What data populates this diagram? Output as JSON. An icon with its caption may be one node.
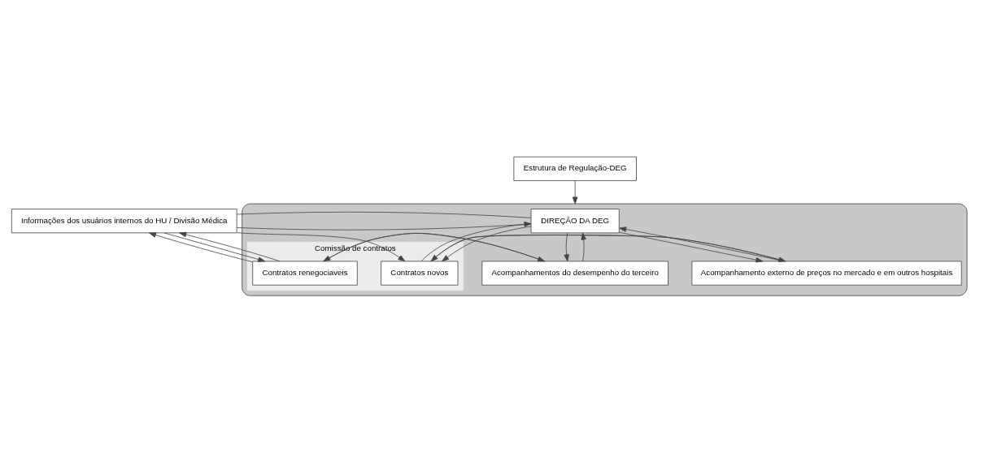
{
  "diagram": {
    "nodes": [
      {
        "text": [],
        "shape": "ellipse"
      },
      {
        "text": [
          "Informações dos usuários internos do HU / Divisão Médica"
        ]
      },
      {
        "text": [
          "Estrutura de Regulação-DEG"
        ]
      },
      {
        "text": [
          "DIREÇÃO DA DEG"
        ],
        "in": 0
      },
      {
        "text": [
          "Comissão de contratos"
        ],
        "in": 0
      },
      {
        "text": [
          "Contratos renegociaveis"
        ],
        "in": 4
      },
      {
        "text": [
          "Acompanhamentos do desempenho do terceiro"
        ],
        "in": 0
      },
      {
        "text": [
          "Contratos novos"
        ],
        "in": 4
      },
      {
        "text": [
          "Acompanhamento externo de preços no mercado e em outros hospitais"
        ],
        "in": 0
      }
    ],
    "edges": [
      {
        "from": 2,
        "to": 0,
        "arrow": "to"
      },
      {
        "from": 1,
        "to": 5,
        "arrow": "to"
      },
      {
        "from": 5,
        "to": 1,
        "arrow": "to"
      },
      {
        "from": 5,
        "to": 1,
        "arrow": "to"
      },
      {
        "from": 1,
        "to": 7,
        "arrow": "to"
      },
      {
        "from": 5,
        "to": 6,
        "arrow": "to"
      },
      {
        "from": 6,
        "to": 5,
        "arrow": "to"
      },
      {
        "from": 1,
        "to": 3,
        "arrow": "none"
      },
      {
        "from": 1,
        "to": 3,
        "arrow": "none"
      },
      {
        "from": 3,
        "to": 6,
        "arrow": "to"
      },
      {
        "from": 6,
        "to": 3,
        "arrow": "to"
      },
      {
        "from": 3,
        "to": 7,
        "arrow": "to"
      },
      {
        "from": 7,
        "to": 3,
        "arrow": "to"
      },
      {
        "from": 3,
        "to": 8,
        "arrow": "to"
      },
      {
        "from": 8,
        "to": 3,
        "arrow": "to"
      },
      {
        "from": 7,
        "to": 8,
        "arrow": "to"
      },
      {
        "from": 8,
        "to": 7,
        "arrow": "to"
      }
    ]
  }
}
